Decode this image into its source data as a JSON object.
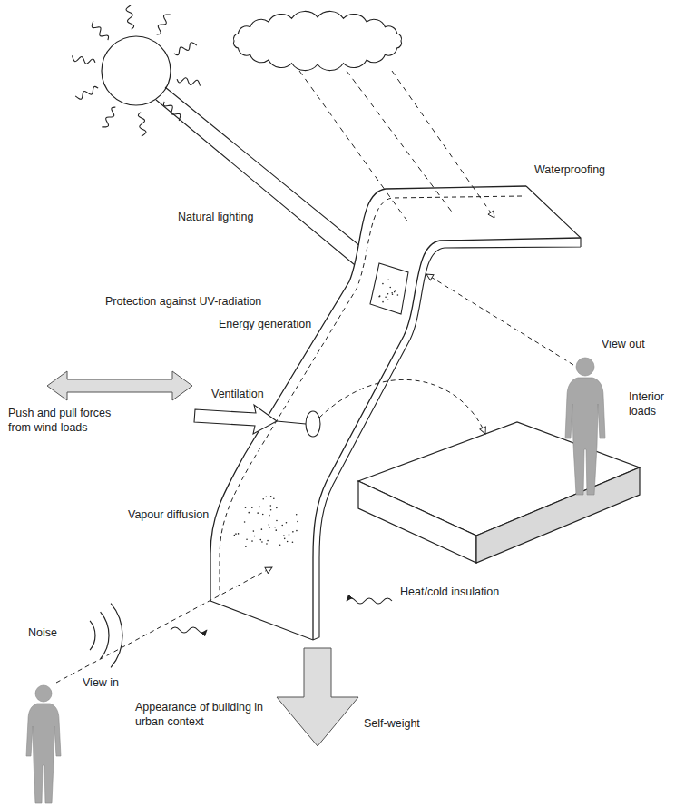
{
  "diagram": {
    "labels": [
      "Natural lighting",
      "Waterproofing",
      "Protection against UV-radiation",
      "Energy generation",
      "Ventilation",
      "Push and pull forces from wind loads",
      "View out",
      "Interior loads",
      "Vapour diffusion",
      "Noise",
      "Heat/cold insulation",
      "View in",
      "Appearance of building in urban context",
      "Self-weight"
    ]
  }
}
